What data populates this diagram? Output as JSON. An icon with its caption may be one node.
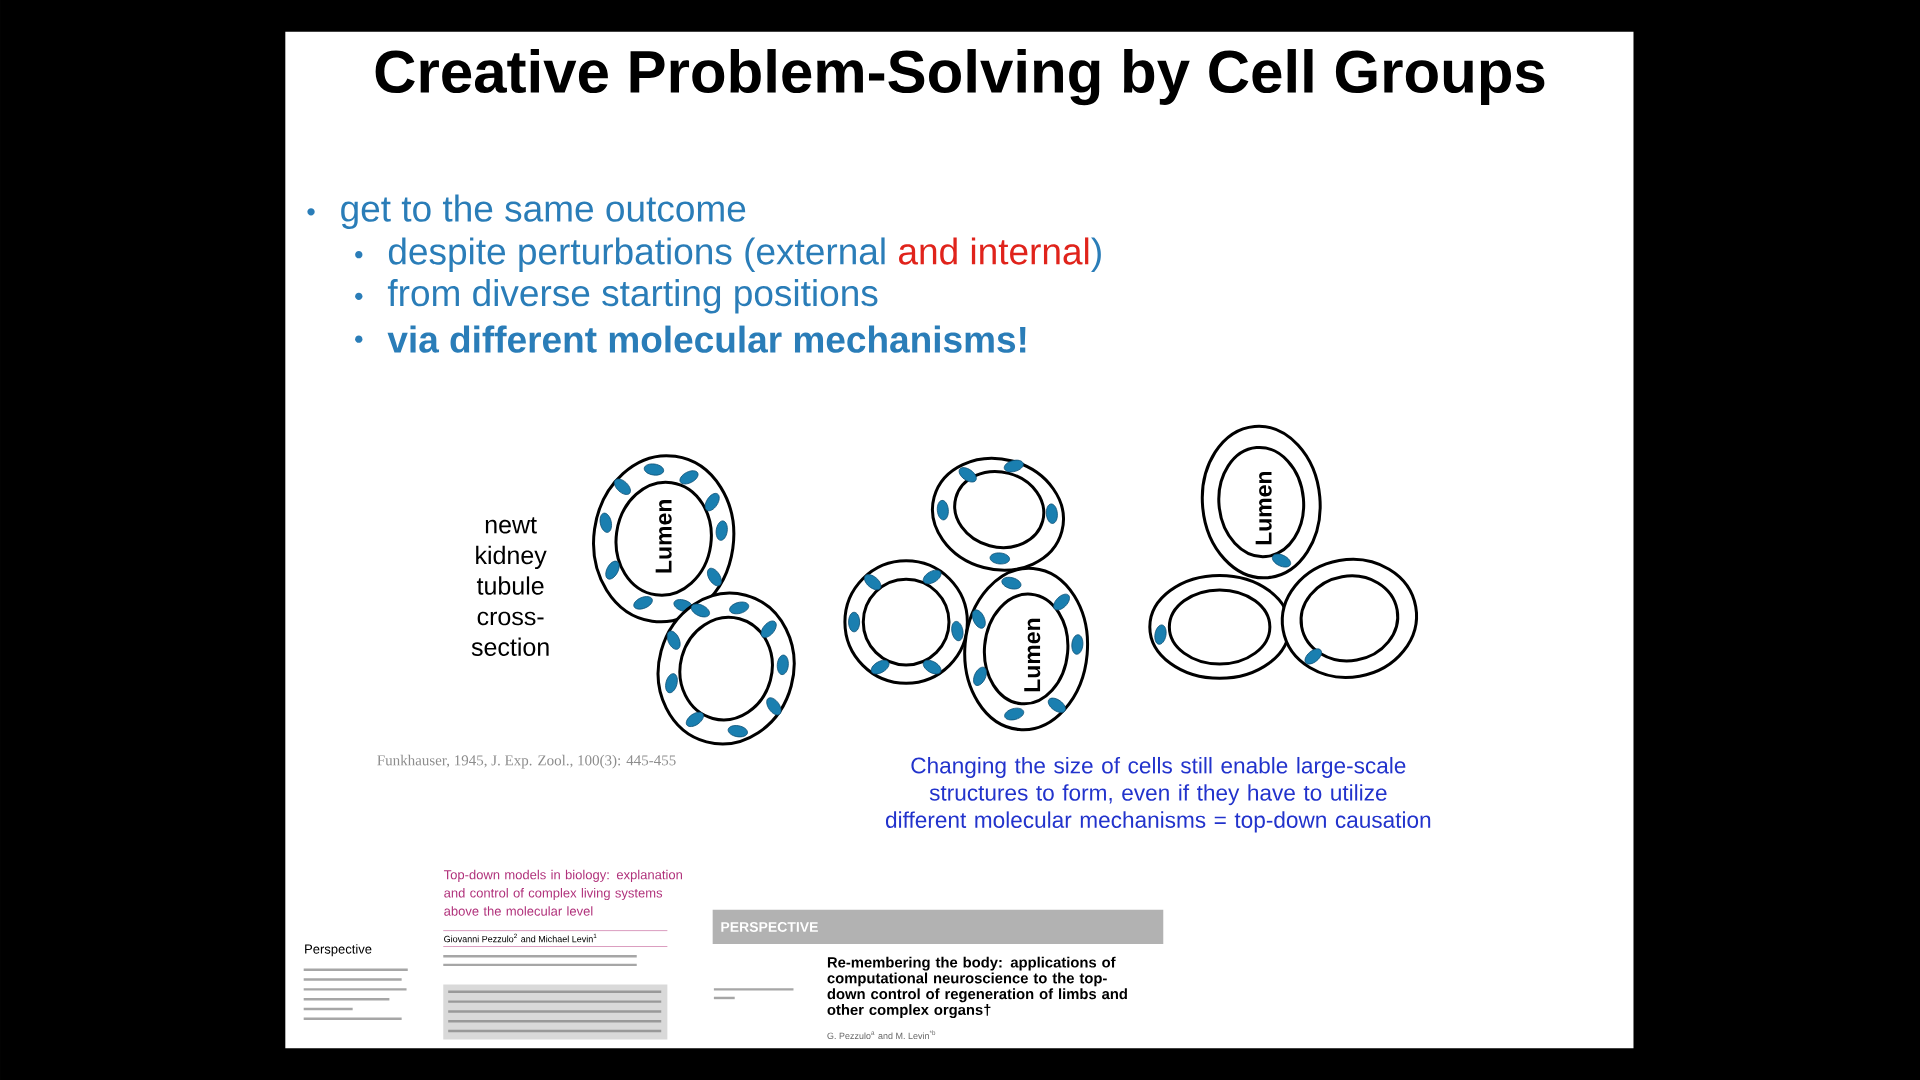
{
  "diagram": {
    "title": "Creative Problem-Solving by Cell Groups",
    "labels": [
      "get to the same outcome",
      "despite perturbations (external",
      "and internal",
      ")",
      "from diverse starting positions",
      "via different molecular mechanisms!",
      "newt kidney tubule cross-section",
      "Lumen",
      "Lumen",
      "Lumen",
      "Funkhauser, 1945, J. Exp. Zool., 100(3): 445-455",
      "Changing the size of cells still enable large-scale structures to form, even if they have to utilize different molecular mechanisms = top-down causation",
      "Perspective",
      "Top-down models in biology: explanation and control of complex living systems above the molecular level",
      "Giovanni Pezzulo$^{2}$ and Michael Levin$^{1}$",
      "PERSPECTIVE",
      "Re-membering the body: applications of computational neuroscience to the top-down control of regeneration of limbs and other complex organs†",
      "G. Pezzulo$^{a}$ and M. Levin$^{*b}$"
    ]
  }
}
